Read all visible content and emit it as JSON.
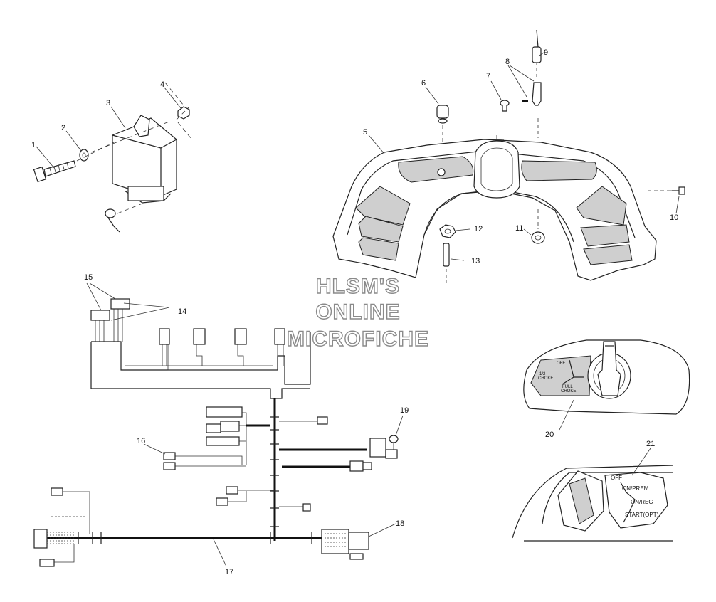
{
  "callouts": [
    "1",
    "2",
    "3",
    "4",
    "5",
    "6",
    "7",
    "8",
    "9",
    "10",
    "11",
    "12",
    "13",
    "14",
    "15",
    "16",
    "17",
    "18",
    "19",
    "20",
    "21"
  ],
  "watermark": {
    "line1": "HLSM'S",
    "line2": "ONLINE",
    "line3": "MICROFICHE"
  },
  "choke_labels": {
    "off": "OFF",
    "half_choke_1": "1/2",
    "half_choke_2": "CHOKE",
    "full_choke_1": "FULL",
    "full_choke_2": "CHOKE"
  },
  "switch_labels": {
    "off": "OFF",
    "on_prem": "ON/PREM",
    "on_reg": "ON/REG",
    "start": "START(OPT)"
  }
}
